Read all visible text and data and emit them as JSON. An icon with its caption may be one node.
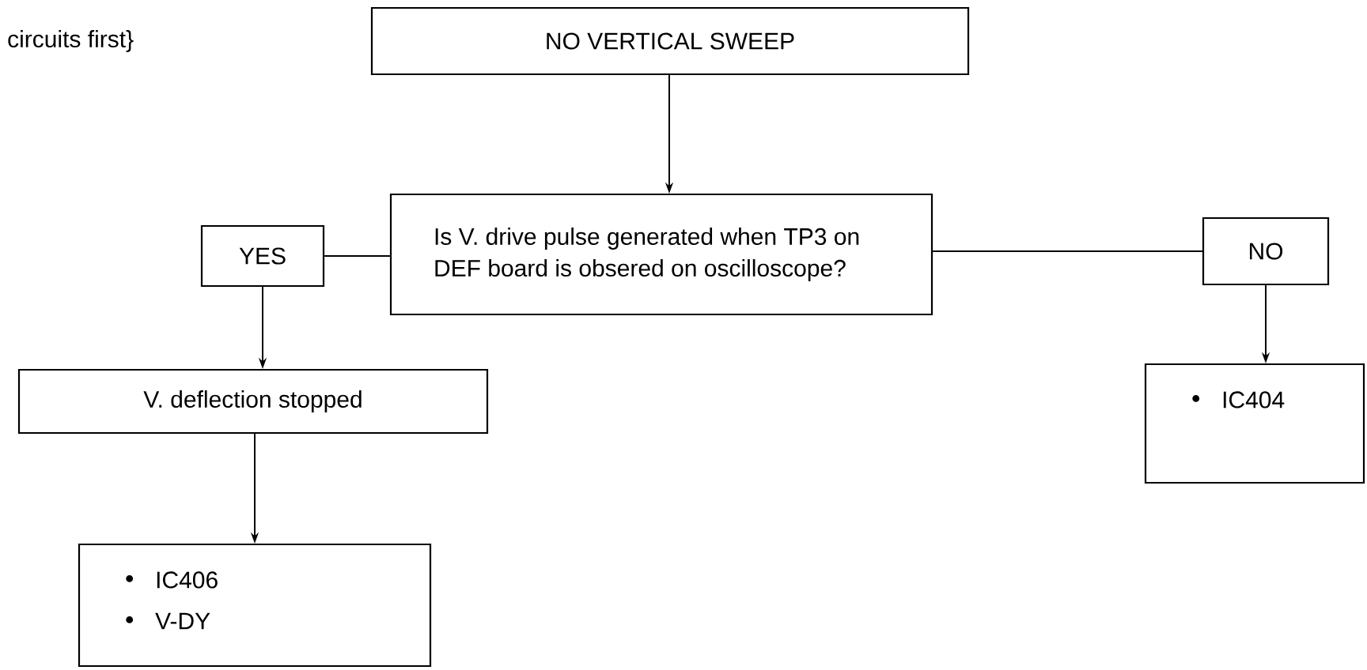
{
  "diagram": {
    "nodes": [
      {
        "text": [
          "NO VERTICAL SWEEP"
        ]
      },
      {
        "text": [
          "Is V. drive pulse generated when TP3 on DEF board is obsered on oscilloscope?"
        ]
      },
      {
        "text": [
          "YES"
        ]
      },
      {
        "text": [
          "NO"
        ]
      },
      {
        "text": [
          "V. deflection stopped"
        ]
      },
      {
        "text": [
          "IC406",
          "V-DY"
        ]
      },
      {
        "text": [
          "IC404"
        ]
      }
    ],
    "edges": [
      {
        "from": 0,
        "to": 1,
        "arrow": "to"
      },
      {
        "from": 1,
        "to": 2,
        "arrow": "none"
      },
      {
        "from": 1,
        "to": 3,
        "arrow": "none"
      },
      {
        "from": 2,
        "to": 4,
        "arrow": "to"
      },
      {
        "from": 3,
        "to": 6,
        "arrow": "to"
      },
      {
        "from": 4,
        "to": 5,
        "arrow": "to"
      }
    ],
    "labels": [
      "circuits first}"
    ]
  }
}
